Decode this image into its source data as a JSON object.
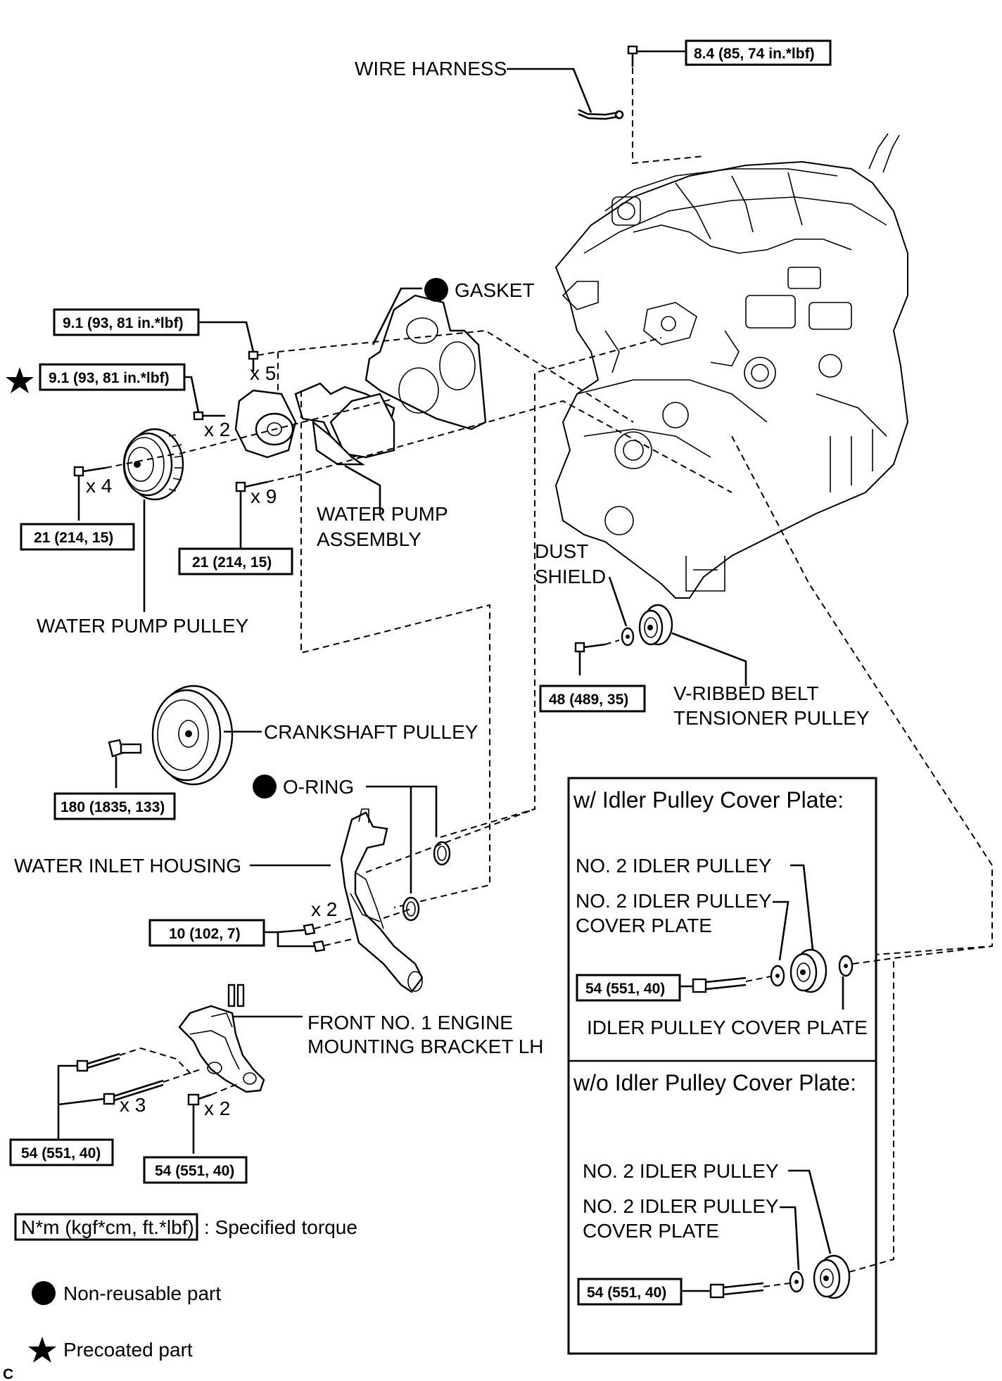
{
  "labels": {
    "wire_harness": "WIRE HARNESS",
    "gasket": "GASKET",
    "water_pump_assembly_1": "WATER PUMP",
    "water_pump_assembly_2": "ASSEMBLY",
    "water_pump_pulley": "WATER PUMP PULLEY",
    "dust_shield_1": "DUST",
    "dust_shield_2": "SHIELD",
    "v_ribbed_1": "V-RIBBED BELT",
    "v_ribbed_2": "TENSIONER PULLEY",
    "crankshaft_pulley": "CRANKSHAFT PULLEY",
    "o_ring": "O-RING",
    "water_inlet_housing": "WATER INLET HOUSING",
    "bracket_1": "FRONT NO. 1 ENGINE",
    "bracket_2": "MOUNTING BRACKET LH",
    "corner_mark": "C"
  },
  "torques": {
    "wire_harness_bolt": "8.4 (85, 74 in.*lbf)",
    "pump_upper_bolt": "9.1 (93, 81 in.*lbf)",
    "pump_precoated_bolt": "9.1 (93, 81 in.*lbf)",
    "pulley_bolt": "21 (214, 15)",
    "pump_main_bolt": "21 (214, 15)",
    "tensioner_bolt": "48 (489, 35)",
    "crank_bolt": "180 (1835, 133)",
    "inlet_nut": "10 (102, 7)",
    "bracket_left": "54 (551, 40)",
    "bracket_right": "54 (551, 40)",
    "idler_with_plate": "54 (551, 40)",
    "idler_without_plate": "54 (551, 40)"
  },
  "quantities": {
    "x5": "x 5",
    "x2_pump": "x 2",
    "x4": "x 4",
    "x9": "x 9",
    "x2_inlet": "x 2",
    "x3": "x 3",
    "x2_bracket": "x 2"
  },
  "panels": {
    "with_plate": {
      "title": "w/ Idler Pulley Cover Plate:",
      "idler": "NO. 2 IDLER PULLEY",
      "cover_1": "NO. 2 IDLER PULLEY",
      "cover_2": "COVER PLATE",
      "idler_cover": "IDLER PULLEY COVER PLATE"
    },
    "without_plate": {
      "title": "w/o Idler Pulley Cover Plate:",
      "idler": "NO. 2 IDLER PULLEY",
      "cover_1": "NO. 2 IDLER PULLEY",
      "cover_2": "COVER PLATE"
    }
  },
  "legend": {
    "unit_box": "N*m (kgf*cm, ft.*lbf)",
    "unit_text": ": Specified torque",
    "non_reusable": "Non-reusable part",
    "precoated": "Precoated part"
  },
  "icons": {
    "non_reusable_symbol": "filled-circle-icon",
    "precoated_symbol": "filled-star-icon"
  }
}
